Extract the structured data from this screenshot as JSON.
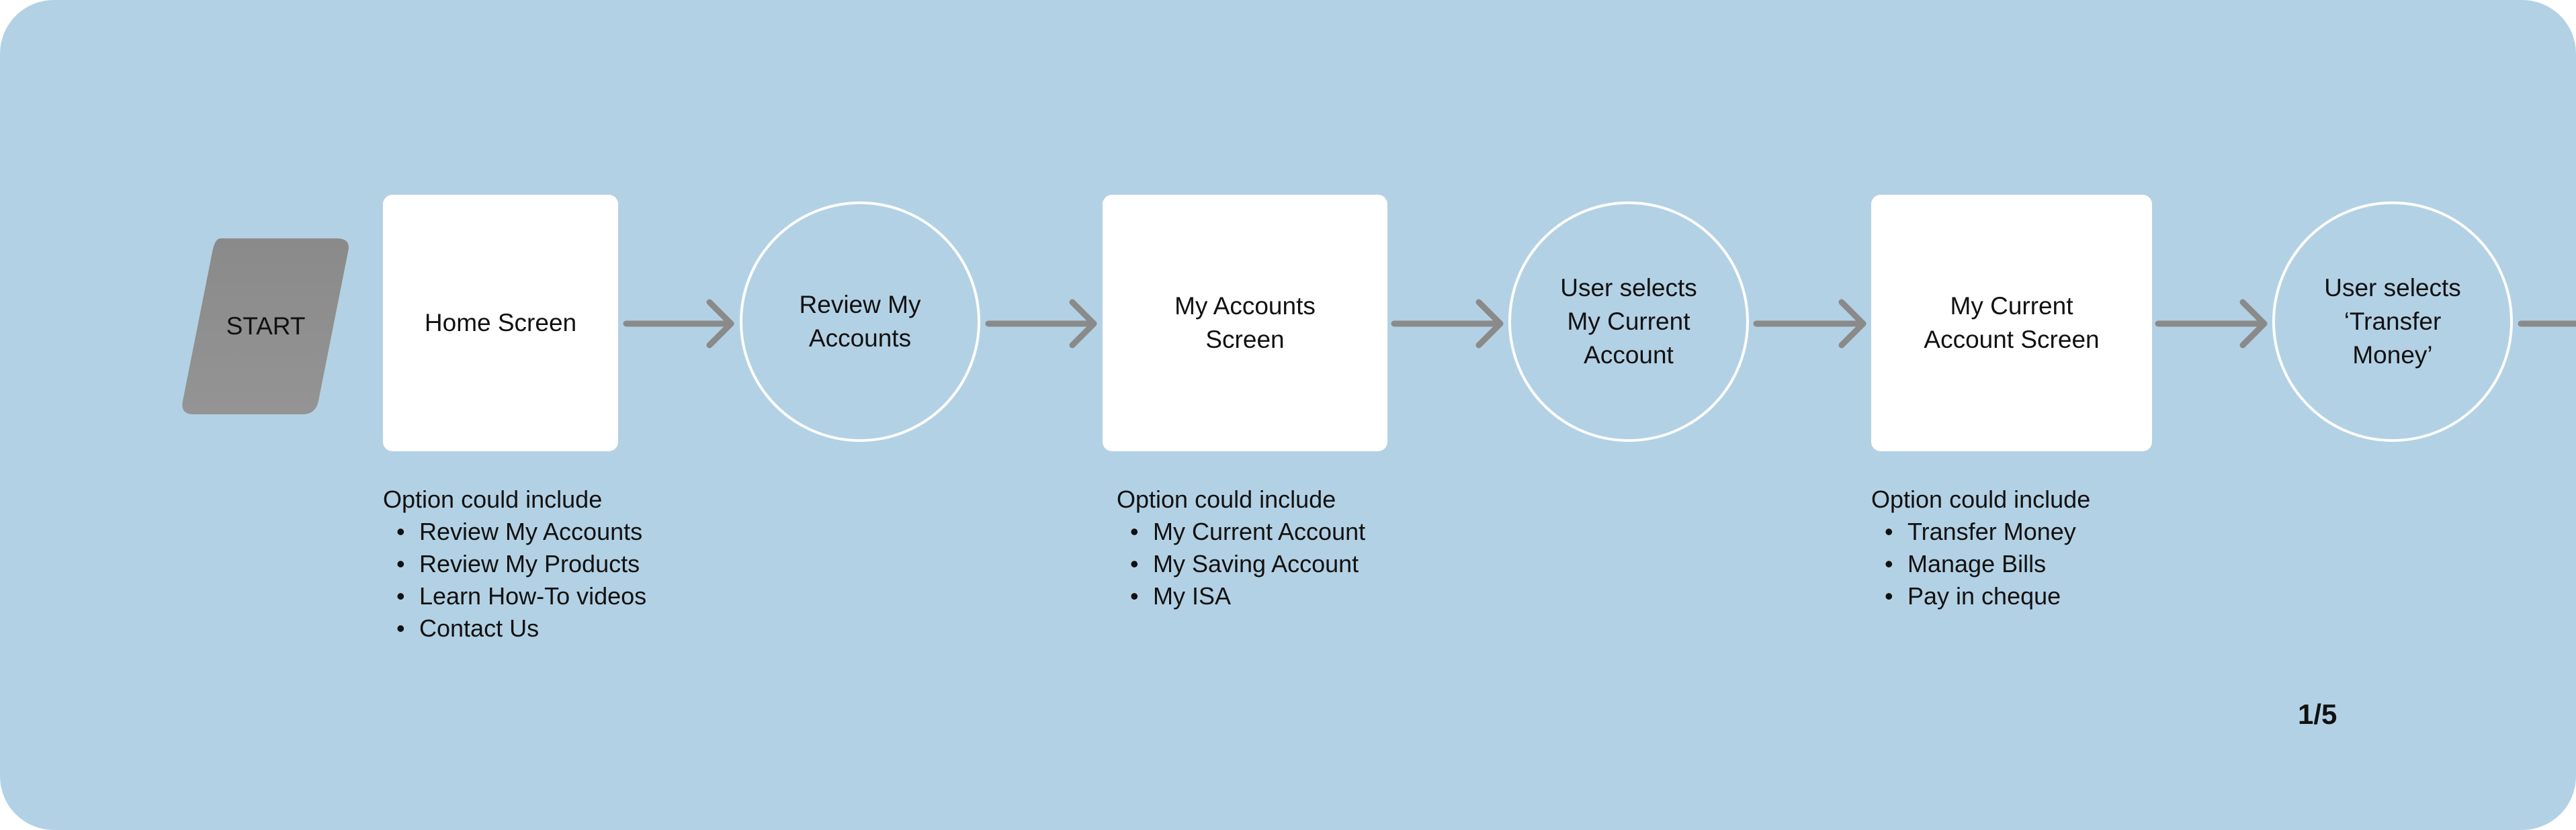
{
  "start": {
    "label": "START"
  },
  "steps": [
    {
      "kind": "screen",
      "label": "Home Screen"
    },
    {
      "kind": "action",
      "label": "Review My\nAccounts"
    },
    {
      "kind": "screen",
      "label": "My Accounts\nScreen"
    },
    {
      "kind": "action",
      "label": "User selects\nMy Current\nAccount"
    },
    {
      "kind": "screen",
      "label": "My Current\nAccount Screen"
    },
    {
      "kind": "action",
      "label": "User selects\n‘Transfer\nMoney’"
    }
  ],
  "notes": [
    {
      "heading": "Option could include",
      "items": [
        "Review My Accounts",
        "Review My Products",
        "Learn How-To videos",
        "Contact Us"
      ]
    },
    {
      "heading": "Option could include",
      "items": [
        "My Current Account",
        "My Saving Account",
        "My ISA"
      ]
    },
    {
      "heading": "Option could include",
      "items": [
        "Transfer Money",
        "Manage Bills",
        "Pay in cheque"
      ]
    }
  ],
  "page": {
    "indicator": "1/5"
  },
  "colors": {
    "background": "#b3d1e4",
    "start_fill": "#8c8c8c",
    "arrow": "#8a8a8a",
    "box": "#ffffff",
    "circle_stroke": "#ffffff"
  }
}
